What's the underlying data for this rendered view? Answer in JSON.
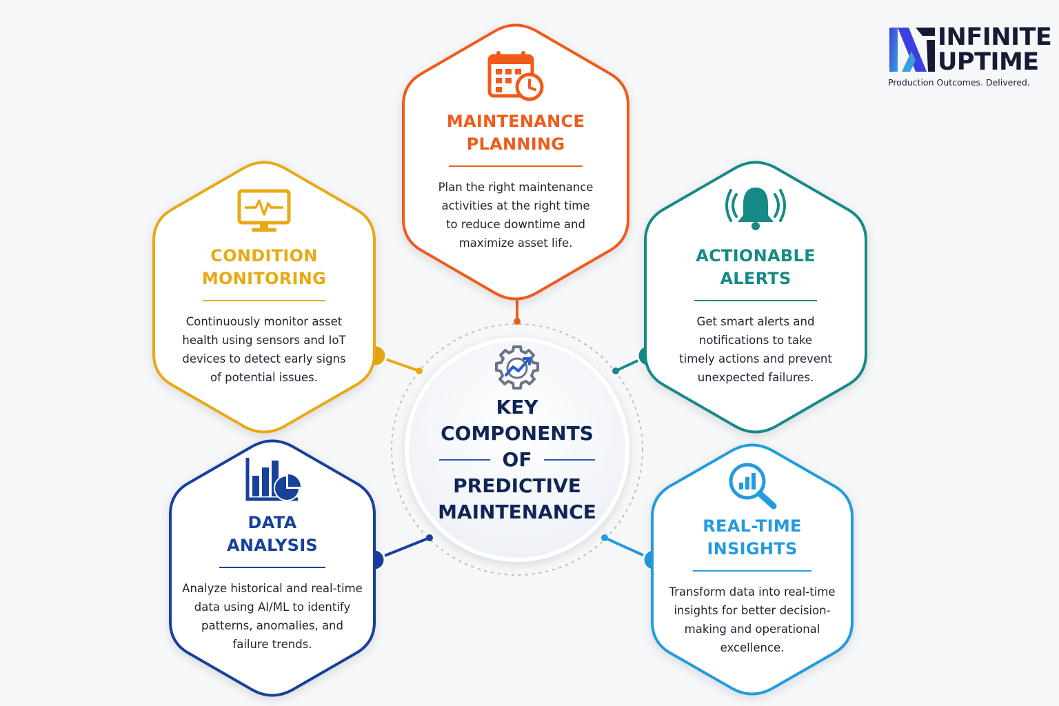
{
  "logo": {
    "line1": "INFINITE",
    "line2": "UPTIME",
    "tagline": "Production Outcomes. Delivered.",
    "colors": {
      "accent_blue": "#3b3fe0",
      "accent_teal": "#3b9fd8",
      "text": "#171a35"
    }
  },
  "center": {
    "icon": "gear-chart-icon",
    "line1": "KEY",
    "line2": "COMPONENTS",
    "line3": "OF",
    "line4": "PREDICTIVE",
    "line5": "MAINTENANCE",
    "color": "#0f2557"
  },
  "components": {
    "maintenance_planning": {
      "icon": "calendar-clock-icon",
      "title_line1": "MAINTENANCE",
      "title_line2": "PLANNING",
      "desc_line1": "Plan the right maintenance",
      "desc_line2": "activities at the right time",
      "desc_line3": "to reduce downtime and",
      "desc_line4": "maximize asset life.",
      "color": "#f05a1a"
    },
    "condition_monitoring": {
      "icon": "monitor-pulse-icon",
      "title_line1": "CONDITION",
      "title_line2": "MONITORING",
      "desc_line1": "Continuously monitor asset",
      "desc_line2": "health using sensors and IoT",
      "desc_line3": "devices to detect early signs",
      "desc_line4": "of potential issues.",
      "color": "#e9a912"
    },
    "actionable_alerts": {
      "icon": "bell-alert-icon",
      "title_line1": "ACTIONABLE",
      "title_line2": "ALERTS",
      "desc_line1": "Get smart alerts and",
      "desc_line2": "notifications to take",
      "desc_line3": "timely actions and prevent",
      "desc_line4": "unexpected failures.",
      "color": "#168a86"
    },
    "data_analysis": {
      "icon": "bar-pie-chart-icon",
      "title_line1": "DATA",
      "title_line2": "ANALYSIS",
      "desc_line1": "Analyze historical and real-time",
      "desc_line2": "data using AI/ML to identify",
      "desc_line3": "patterns, anomalies, and",
      "desc_line4": "failure trends.",
      "color": "#17419a"
    },
    "realtime_insights": {
      "icon": "magnifier-chart-icon",
      "title_line1": "REAL-TIME",
      "title_line2": "INSIGHTS",
      "desc_line1": "Transform data into real-time",
      "desc_line2": "insights for better decision-",
      "desc_line3": "making and operational",
      "desc_line4": "excellence.",
      "color": "#249be0"
    }
  }
}
